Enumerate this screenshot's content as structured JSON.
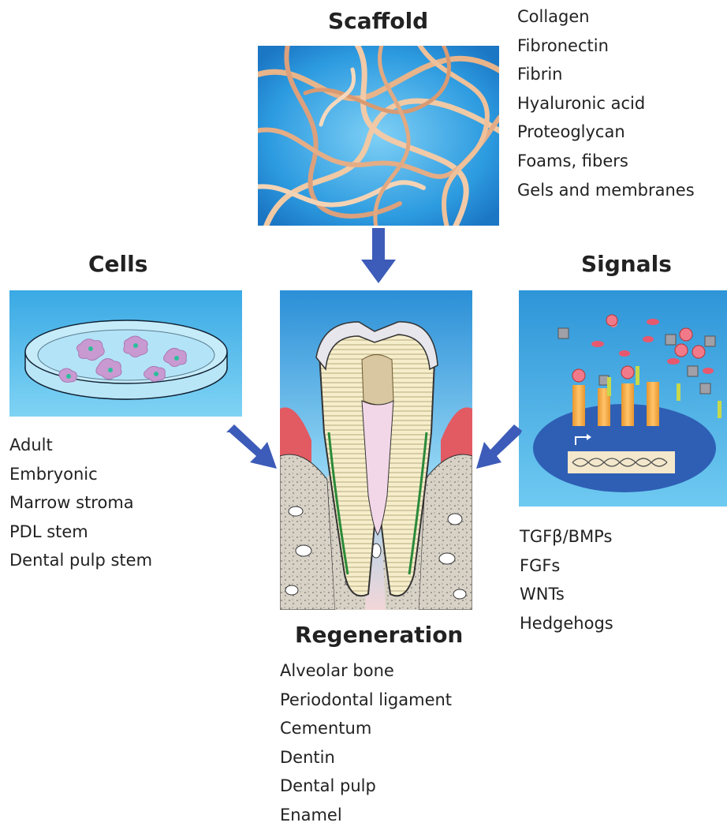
{
  "scaffold": {
    "title": "Scaffold",
    "items": [
      "Collagen",
      "Fibronectin",
      "Fibrin",
      "Hyaluronic acid",
      "Proteoglycan",
      "Foams, fibers",
      "Gels and membranes"
    ]
  },
  "cells": {
    "title": "Cells",
    "items": [
      "Adult",
      "Embryonic",
      "Marrow stroma",
      "PDL stem",
      "Dental pulp stem"
    ]
  },
  "signals": {
    "title": "Signals",
    "items": [
      "TGFβ/BMPs",
      "FGFs",
      "WNTs",
      "Hedgehogs"
    ]
  },
  "regeneration": {
    "title": "Regeneration",
    "items": [
      "Alveolar bone",
      "Periodontal ligament",
      "Cementum",
      "Dentin",
      "Dental pulp",
      "Enamel"
    ]
  },
  "colors": {
    "panel_blue": "#2a8fd6",
    "arrow_blue": "#3d5bb8",
    "gum_red": "#e0585a"
  },
  "icons": {
    "scaffold": "fiber-mesh-icon",
    "cells": "petri-dish-icon",
    "signals": "cell-signaling-icon",
    "tooth": "tooth-cross-section-icon"
  }
}
